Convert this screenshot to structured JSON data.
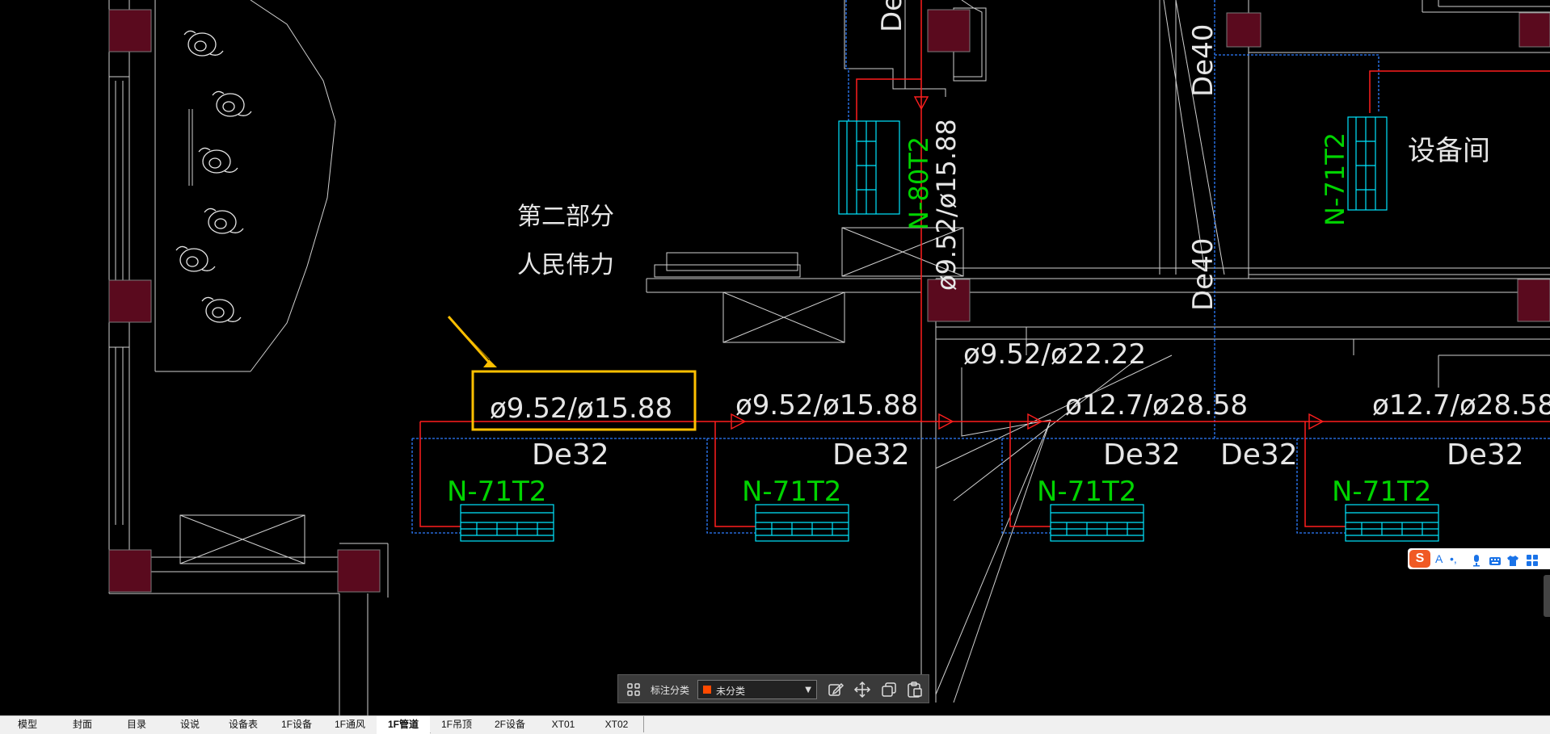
{
  "drawing": {
    "labels": {
      "section_line1": "第二部分",
      "section_line2": "人民伟力",
      "room": "设备间"
    },
    "highlighted_pipe_size": "ø9.52/ø15.88",
    "pipe_sizes": [
      "ø9.52/ø15.88",
      "ø12.7/ø28.58",
      "ø12.7/ø28.58",
      "ø9.52/ø22.22"
    ],
    "vertical_pipe_sizes": [
      "N-80T2",
      "ø9.52/ø15.88"
    ],
    "drain_labels": [
      "De32",
      "De32",
      "De32",
      "De32",
      "De32"
    ],
    "vertical_drain_labels": [
      "De40",
      "De40",
      "De"
    ],
    "unit_models": [
      "N-71T2",
      "N-71T2",
      "N-71T2",
      "N-71T2"
    ],
    "vertical_unit_model": "N-71T2",
    "colors": {
      "refrigerant_pipe": "#ff1e1e",
      "drain_pipe": "#2d7dff",
      "unit_outline": "#00e5ff",
      "unit_label": "#00d400",
      "column_fill": "#5a0a1e",
      "linework": "#d0d0d0",
      "highlight_box": "#ffc000",
      "callout_arrow": "#ffc000"
    }
  },
  "annotation_toolbar": {
    "category_label": "标注分类",
    "category_value": "未分类",
    "category_color": "#ff4a00",
    "icons": [
      "grid-icon",
      "edit-icon",
      "move-icon",
      "copy-icon",
      "paste-icon"
    ]
  },
  "layout_tabs": {
    "active": "1F管道",
    "items": [
      "模型",
      "封面",
      "目录",
      "设说",
      "设备表",
      "1F设备",
      "1F通风",
      "1F管道",
      "1F吊顶",
      "2F设备",
      "XT01",
      "XT02"
    ]
  },
  "ime_toolbar": {
    "logo": "S",
    "items": [
      "A",
      "•,",
      "mic-icon",
      "keyboard-icon",
      "shirt-icon",
      "grid-icon"
    ]
  }
}
